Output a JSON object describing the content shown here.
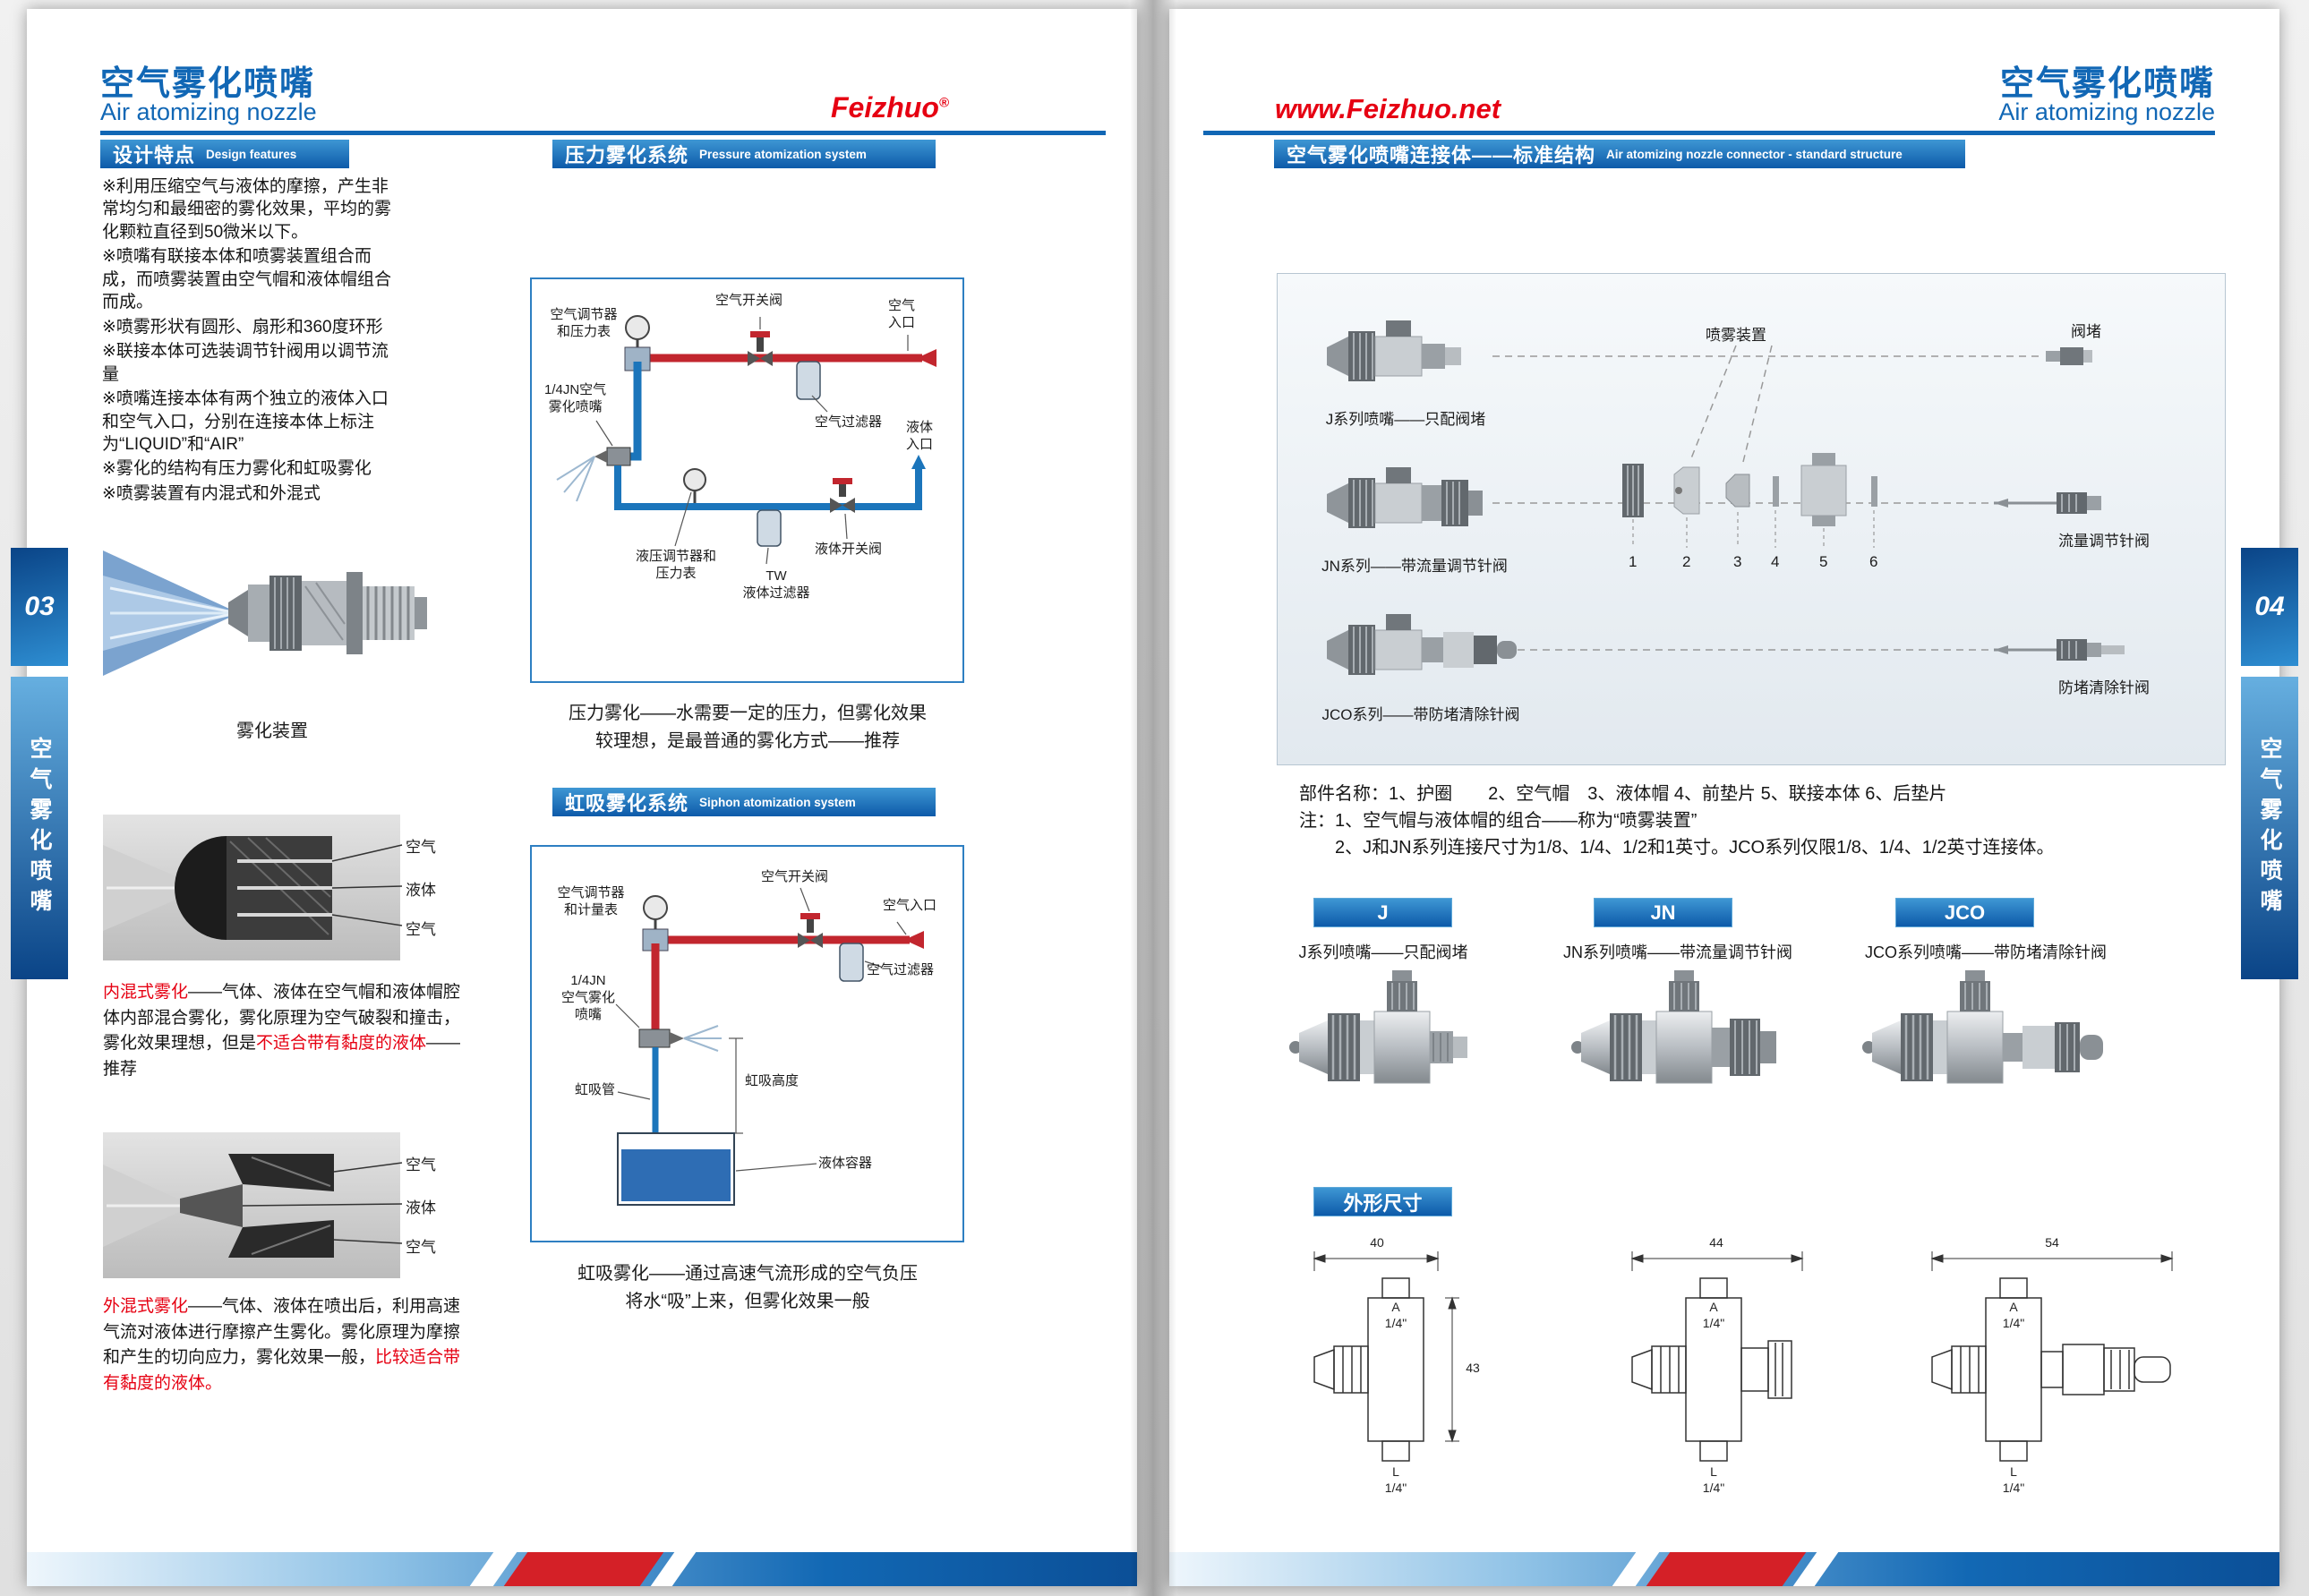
{
  "appearance": {
    "accent_blue": "#1167b5",
    "accent_red": "#e60012"
  },
  "left": {
    "page_num": "03",
    "side_text": "空气雾化喷嘴",
    "header": {
      "title_cn": "空气雾化喷嘴",
      "title_en": "Air atomizing nozzle",
      "brand": "Feizhuo",
      "reg": "®"
    },
    "design": {
      "title_cn": "设计特点",
      "title_en": "Design features",
      "bullets": [
        "※利用压缩空气与液体的摩擦，产生非常均匀和最细密的雾化效果，平均的雾化颗粒直径到50微米以下。",
        "※喷嘴有联接本体和喷雾装置组合而成，而喷雾装置由空气帽和液体帽组合而成。",
        "※喷雾形状有圆形、扇形和360度环形",
        "※联接本体可选装调节针阀用以调节流量",
        "※喷嘴连接本体有两个独立的液体入口和空气入口，分别在连接本体上标注为“LIQUID”和“AIR”",
        "※雾化的结构有压力雾化和虹吸雾化",
        "※喷雾装置有内混式和外混式"
      ]
    },
    "atomizer_caption": "雾化装置",
    "mix": {
      "air": "空气",
      "liquid": "液体"
    },
    "internal": {
      "lead": "内混式雾化",
      "t1": "——气体、液体在空气帽和液体帽腔体内部混合雾化，雾化原理为空气破裂和撞击，雾化效果理想，但是",
      "red": "不适合带有黏度的液体",
      "t2": "——推荐"
    },
    "external": {
      "lead": "外混式雾化",
      "t1": "——气体、液体在喷出后，利用高速气流对液体进行摩擦产生雾化。雾化原理为摩擦和产生的切向应力，雾化效果一般，",
      "red": "比较适合带有黏度的液体。"
    },
    "pressure": {
      "title_cn": "压力雾化系统",
      "title_en": "Pressure atomization system",
      "lb": {
        "air_reg": "空气调节器\n和压力表",
        "air_valve": "空气开关阀",
        "air_in": "空气\n入口",
        "air_filter": "空气过滤器",
        "nozzle": "1/4JN空气\n雾化喷嘴",
        "liq_in": "液体\n入口",
        "liq_valve": "液体开关阀",
        "liq_reg": "液压调节器和\n压力表",
        "liq_filter": "TW\n液体过滤器"
      },
      "caption1": "压力雾化——水需要一定的压力，但雾化效果",
      "caption2": "较理想，是最普通的雾化方式——推荐"
    },
    "siphon": {
      "title_cn": "虹吸雾化系统",
      "title_en": "Siphon atomization system",
      "lb": {
        "air_valve": "空气开关阀",
        "air_reg": "空气调节器\n和计量表",
        "air_in": "空气入口",
        "air_filter": "空气过滤器",
        "nozzle": "1/4JN\n空气雾化\n喷嘴",
        "tube": "虹吸管",
        "height": "虹吸高度",
        "container": "液体容器"
      },
      "caption1": "虹吸雾化——通过高速气流形成的空气负压",
      "caption2": "将水“吸”上来，但雾化效果一般"
    }
  },
  "right": {
    "page_num": "04",
    "side_text": "空气雾化喷嘴",
    "header": {
      "title_cn": "空气雾化喷嘴",
      "title_en": "Air atomizing nozzle",
      "website": "www.Feizhuo.net"
    },
    "connector": {
      "title_cn": "空气雾化喷嘴连接体——标准结构",
      "title_en": "Air atomizing nozzle connector - standard structure",
      "lb": {
        "j": "J系列喷嘴——只配阀堵",
        "jn": "JN系列——带流量调节针阀",
        "jco": "JCO系列——带防堵清除针阀",
        "spray": "喷雾装置",
        "plug": "阀堵",
        "flow": "流量调节针阀",
        "anticlog": "防堵清除针阀",
        "n1": "1",
        "n2": "2",
        "n3": "3",
        "n4": "4",
        "n5": "5",
        "n6": "6"
      },
      "note1": "部件名称：1、护圈　　2、空气帽　3、液体帽  4、前垫片  5、联接本体  6、后垫片",
      "note2": "注：1、空气帽与液体帽的组合——称为“喷雾装置”",
      "note3": "2、J和JN系列连接尺寸为1/8、1/4、1/2和1英寸。JCO系列仅限1/8、1/4、1/2英寸连接体。"
    },
    "products": [
      {
        "tab": "J",
        "caption": "J系列喷嘴——只配阀堵"
      },
      {
        "tab": "JN",
        "caption": "JN系列喷嘴——带流量调节针阀"
      },
      {
        "tab": "JCO",
        "caption": "JCO系列喷嘴——带防堵清除针阀"
      }
    ],
    "dim": {
      "title": "外形尺寸",
      "d1": {
        "w": "40",
        "a": "A",
        "asz": "1/4\"",
        "h": "43",
        "l": "L",
        "lsz": "1/4\""
      },
      "d2": {
        "w": "44",
        "a": "A",
        "asz": "1/4\"",
        "l": "L",
        "lsz": "1/4\""
      },
      "d3": {
        "w": "54",
        "a": "A",
        "asz": "1/4\"",
        "l": "L",
        "lsz": "1/4\""
      }
    }
  }
}
